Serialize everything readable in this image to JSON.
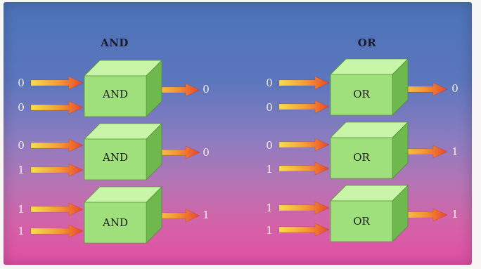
{
  "columns": [
    {
      "heading": "AND",
      "rows": [
        {
          "gate": "AND",
          "input_a": "0",
          "input_b": "0",
          "output": "0"
        },
        {
          "gate": "AND",
          "input_a": "0",
          "input_b": "1",
          "output": "0"
        },
        {
          "gate": "AND",
          "input_a": "1",
          "input_b": "1",
          "output": "1"
        }
      ]
    },
    {
      "heading": "OR",
      "rows": [
        {
          "gate": "OR",
          "input_a": "0",
          "input_b": "0",
          "output": "0"
        },
        {
          "gate": "OR",
          "input_a": "0",
          "input_b": "1",
          "output": "1"
        },
        {
          "gate": "OR",
          "input_a": "1",
          "input_b": "1",
          "output": "1"
        }
      ]
    }
  ],
  "colors": {
    "background_top": "#4b73b7",
    "background_bottom": "#e14fa3",
    "gate_front": "#9fe07c",
    "gate_top": "#c8f5a8",
    "gate_side": "#6fb84e",
    "arrow_start": "#f4e04a",
    "arrow_end": "#e8462a",
    "text_light": "#f4f0ea"
  }
}
